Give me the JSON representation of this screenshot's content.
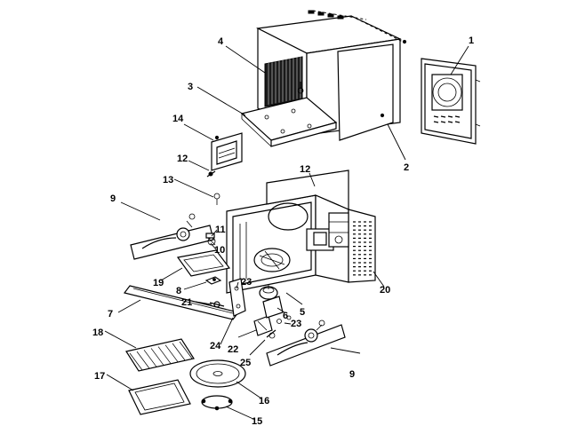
{
  "diagram": {
    "labels": [
      {
        "id": "p1",
        "text": "1"
      },
      {
        "id": "p2",
        "text": "2"
      },
      {
        "id": "p3",
        "text": "3"
      },
      {
        "id": "p4",
        "text": "4"
      },
      {
        "id": "p5",
        "text": "5"
      },
      {
        "id": "p6",
        "text": "6"
      },
      {
        "id": "p7",
        "text": "7"
      },
      {
        "id": "p8",
        "text": "8"
      },
      {
        "id": "p9a",
        "text": "9"
      },
      {
        "id": "p9b",
        "text": "9"
      },
      {
        "id": "p10",
        "text": "10"
      },
      {
        "id": "p11",
        "text": "11"
      },
      {
        "id": "p12a",
        "text": "12"
      },
      {
        "id": "p12b",
        "text": "12"
      },
      {
        "id": "p13",
        "text": "13"
      },
      {
        "id": "p14",
        "text": "14"
      },
      {
        "id": "p15",
        "text": "15"
      },
      {
        "id": "p16",
        "text": "16"
      },
      {
        "id": "p17",
        "text": "17"
      },
      {
        "id": "p18",
        "text": "18"
      },
      {
        "id": "p19",
        "text": "19"
      },
      {
        "id": "p20",
        "text": "20"
      },
      {
        "id": "p21",
        "text": "21"
      },
      {
        "id": "p22",
        "text": "22"
      },
      {
        "id": "p23a",
        "text": "23"
      },
      {
        "id": "p23b",
        "text": "23"
      },
      {
        "id": "p24",
        "text": "24"
      },
      {
        "id": "p25",
        "text": "25"
      }
    ]
  }
}
